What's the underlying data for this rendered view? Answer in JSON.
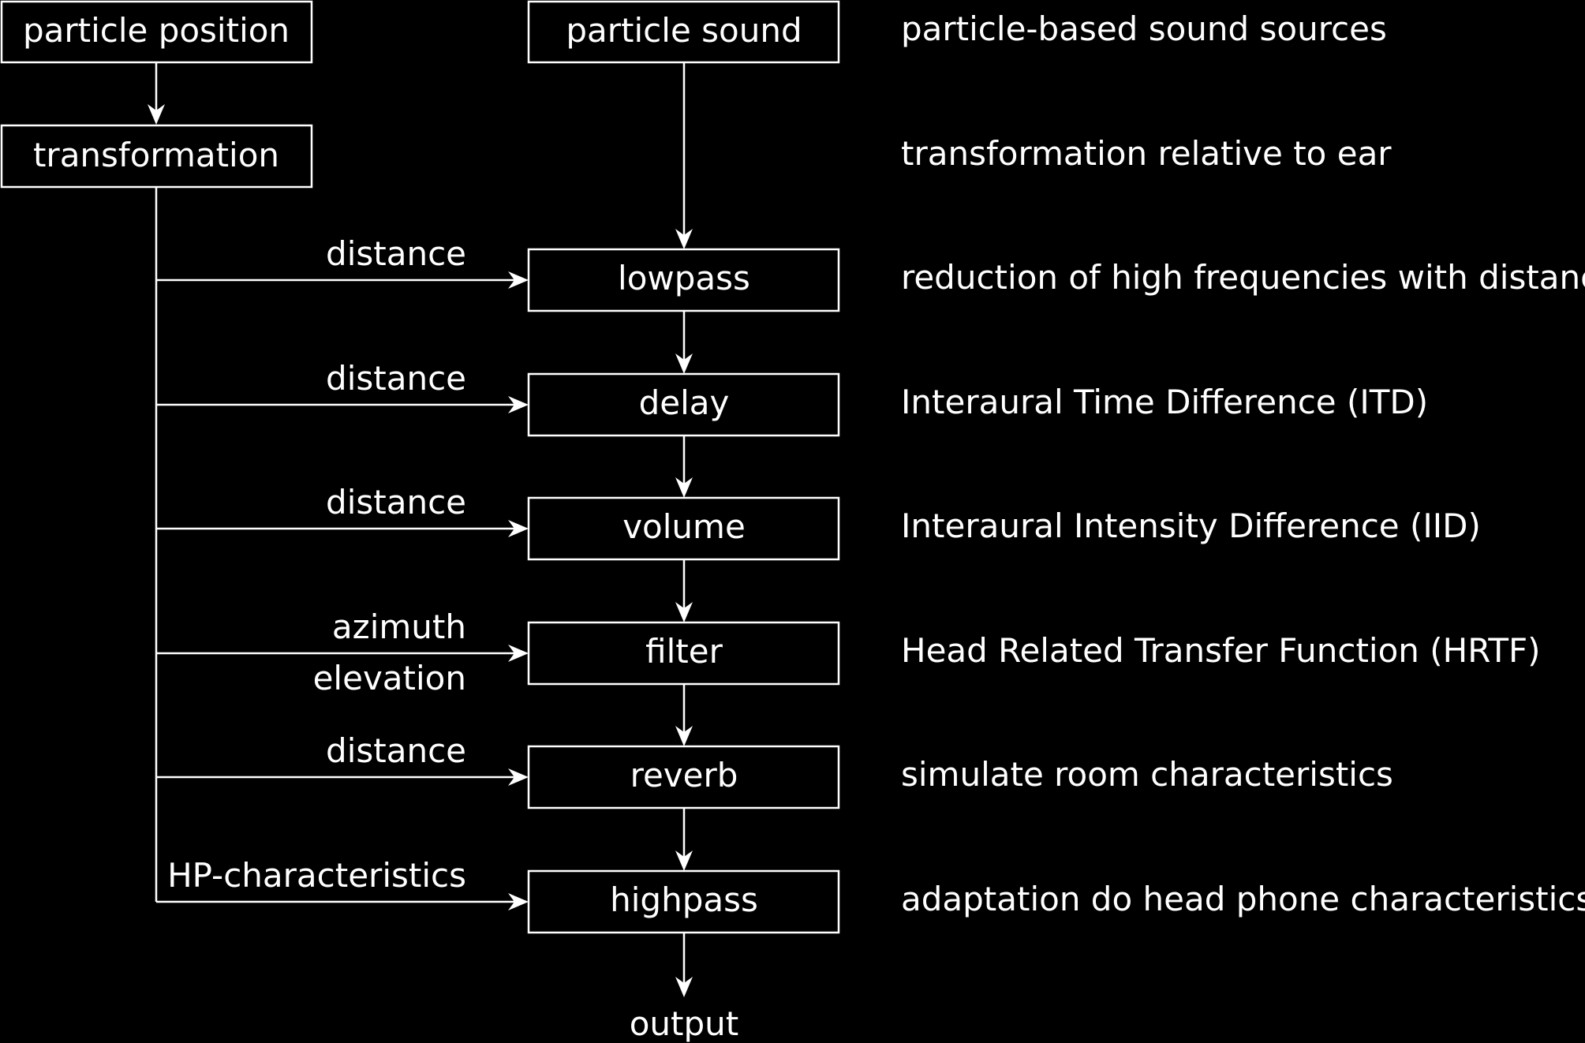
{
  "diagram": {
    "title": "Particle-based binaural sound rendering pipeline",
    "boxes": {
      "particle_position": "particle position",
      "transformation": "transformation",
      "particle_sound": "particle sound",
      "lowpass": "lowpass",
      "delay": "delay",
      "volume": "volume",
      "filter": "filter",
      "reverb": "reverb",
      "highpass": "highpass"
    },
    "output_label": "output",
    "edge_labels": {
      "lowpass": "distance",
      "delay": "distance",
      "volume": "distance",
      "filter_top": "azimuth",
      "filter_bottom": "elevation",
      "reverb": "distance",
      "highpass": "HP-characteristics"
    },
    "descriptions": {
      "particle_sound": "particle-based sound sources",
      "transformation": "transformation relative to ear",
      "lowpass": "reduction of high frequencies with distance",
      "delay": "Interaural Time Difference (ITD)",
      "volume": "Interaural Intensity Difference (IID)",
      "filter": "Head Related Transfer Function (HRTF)",
      "reverb": "simulate room characteristics",
      "highpass": "adaptation do head phone characteristics"
    },
    "colors": {
      "background": "#000000",
      "foreground": "#ffffff"
    }
  }
}
